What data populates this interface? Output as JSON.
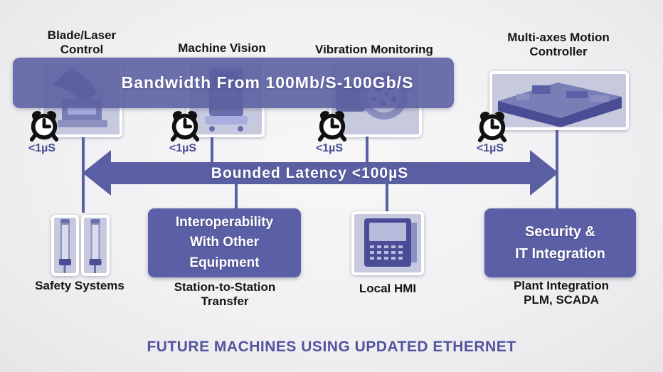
{
  "colors": {
    "purple": "#5a5ea3",
    "purple_text": "#4b4e92",
    "title_purple": "#53549e",
    "label_black": "#151515"
  },
  "nodes": {
    "blade_laser": {
      "label": "Blade/Laser\nControl"
    },
    "machine_vision": {
      "label": "Machine Vision"
    },
    "vibration": {
      "label": "Vibration Monitoring"
    },
    "motion_controller": {
      "label": "Multi-axes Motion\nController"
    },
    "safety": {
      "label": "Safety Systems"
    },
    "station_transfer": {
      "label": "Station-to-Station\nTransfer"
    },
    "local_hmi": {
      "label": "Local HMI"
    },
    "plant_integration": {
      "label": "Plant Integration\nPLM, SCADA"
    }
  },
  "banners": {
    "bandwidth": {
      "label": "Bandwidth From 100Mb/S-100Gb/S"
    },
    "latency": {
      "label": "Bounded Latency <100µS"
    },
    "interoperability": {
      "label": "Interoperability\nWith Other\nEquipment"
    },
    "security": {
      "label": "Security &\nIT Integration"
    }
  },
  "clocks": [
    {
      "latency": "<1µS"
    },
    {
      "latency": "<1µS"
    },
    {
      "latency": "<1µS"
    },
    {
      "latency": "<1µS"
    }
  ],
  "footer": {
    "title": "FUTURE MACHINES USING UPDATED ETHERNET"
  }
}
